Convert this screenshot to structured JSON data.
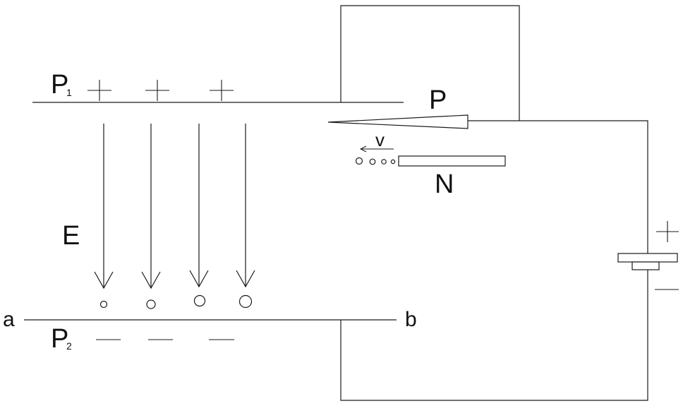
{
  "labels": {
    "plate_top": "P",
    "plate_top_sub": "1",
    "plate_bottom": "P",
    "plate_bottom_sub": "2",
    "field": "E",
    "end_left": "a",
    "end_right": "b",
    "cone": "P",
    "rod": "N",
    "velocity": "v"
  },
  "colors": {
    "ink": "#1a1a1a",
    "background": "#ffffff"
  }
}
